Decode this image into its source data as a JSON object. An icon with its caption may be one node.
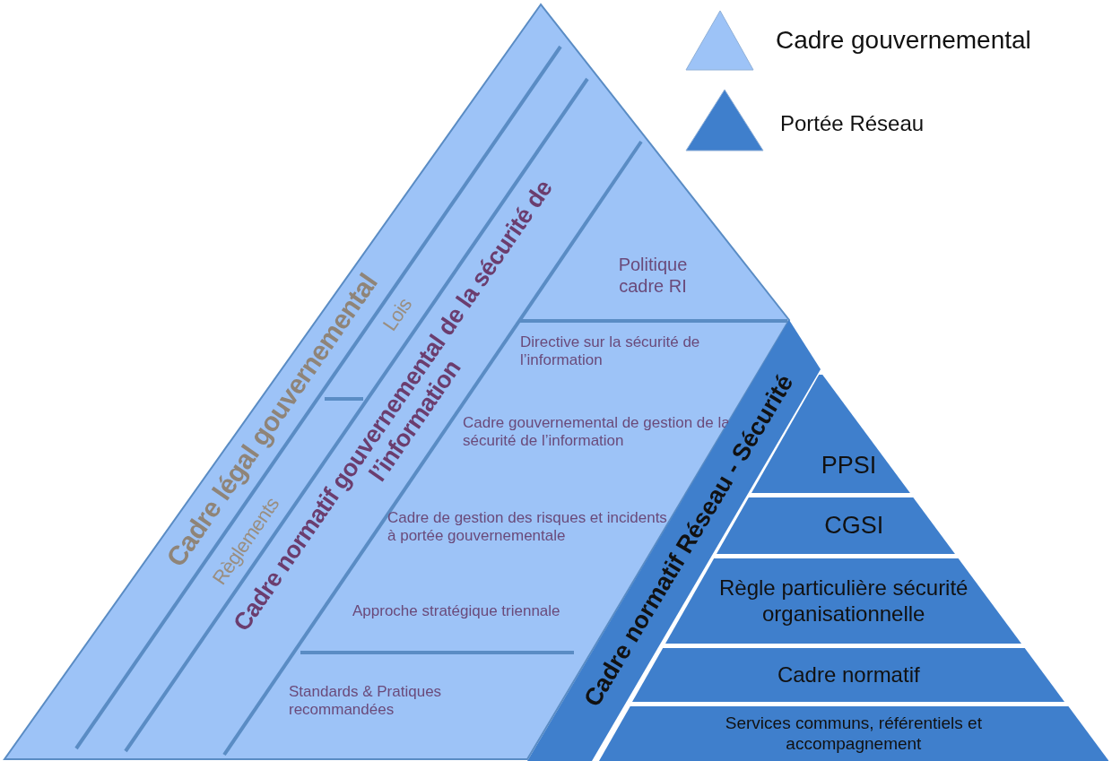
{
  "diagram": {
    "nodes": [
      {
        "text": [
          "Cadre légal gouvernemental"
        ]
      },
      {
        "text": [
          "Lois"
        ]
      },
      {
        "text": [
          "Règlements"
        ]
      },
      {
        "text": [
          "Cadre normatif gouvernemental de la sécurité de l’information"
        ]
      },
      {
        "text": [
          "Politique cadre RI"
        ]
      },
      {
        "text": [
          "Directive sur la sécurité de l’information",
          "Cadre gouvernemental de gestion de la sécurité de l’information",
          "Cadre de gestion des risques et incidents à portée gouvernementale",
          "Approche stratégique triennale"
        ]
      },
      {
        "text": [
          "Standards & Pratiques recommandées"
        ]
      },
      {
        "text": [
          "Cadre normatif Réseau - Sécurité"
        ]
      },
      {
        "text": [
          "PPSI"
        ]
      },
      {
        "text": [
          "CGSI"
        ]
      },
      {
        "text": [
          "Règle particulière sécurité organisationnelle"
        ]
      },
      {
        "text": [
          "Cadre normatif"
        ]
      },
      {
        "text": [
          "Services communs, référentiels et accompagnement"
        ]
      }
    ],
    "legend": [
      {
        "text": "Cadre gouvernemental",
        "color": "#9dc3f7"
      },
      {
        "text": "Portée Réseau",
        "color": "#3f7fcc"
      }
    ]
  }
}
